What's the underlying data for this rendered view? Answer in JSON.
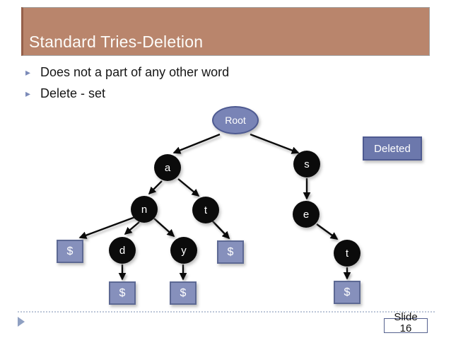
{
  "slide": {
    "title": "Standard Tries-Deletion",
    "bullets": [
      "Does not a part of any other word",
      "Delete - set"
    ]
  },
  "diagram": {
    "root_label": "Root",
    "deleted_label": "Deleted",
    "nodes": {
      "a": "a",
      "s": "s",
      "n": "n",
      "t1": "t",
      "e": "e",
      "d": "d",
      "y": "y",
      "t2": "t"
    },
    "terminals": [
      "$",
      "$",
      "$",
      "$",
      "$"
    ]
  },
  "footer": {
    "slide_label": "Slide",
    "slide_number": "16"
  },
  "colors": {
    "title_bar_fill": "#B9856C",
    "title_bar_left_edge": "#96604A",
    "node_fill": "#0B0B0B",
    "terminal_fill": "#8690BC",
    "terminal_border": "#5D6994",
    "root_fill": "#7984B6",
    "deleted_fill": "#6C78AC",
    "accent_border": "#4E5A91",
    "bullet_marker": "#7B8AB8",
    "dotted_line": "#BCC6D8",
    "footer_arrow": "#8FA0C2"
  }
}
